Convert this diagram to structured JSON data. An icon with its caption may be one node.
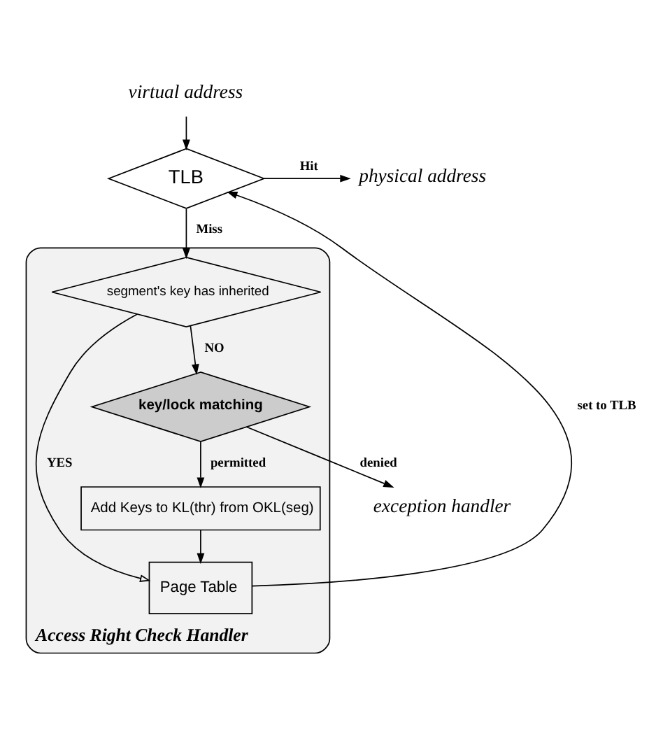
{
  "diagram": {
    "nodes": [
      {
        "text": [
          "virtual address"
        ]
      },
      {
        "text": [
          "TLB"
        ]
      },
      {
        "text": [
          "physical address"
        ]
      },
      {
        "text": [
          "Access Right Check Handler"
        ]
      },
      {
        "text": [
          "segment's key has inherited"
        ],
        "in": 3
      },
      {
        "text": [
          "key/lock matching"
        ],
        "in": 3
      },
      {
        "text": [
          "Add Keys to KL(thr) from OKL(seg)"
        ],
        "in": 3
      },
      {
        "text": [
          "Page Table"
        ],
        "in": 3
      },
      {
        "text": [
          "exception handler"
        ]
      }
    ],
    "edges": [
      {
        "from": 0,
        "to": 1,
        "arrow": "to"
      },
      {
        "from": 1,
        "to": 2,
        "arrow": "to",
        "label": "Hit"
      },
      {
        "from": 1,
        "to": 4,
        "arrow": "to",
        "label": "Miss"
      },
      {
        "from": 4,
        "to": 5,
        "arrow": "to",
        "label": "NO"
      },
      {
        "from": 5,
        "to": 8,
        "arrow": "to",
        "label": "denied"
      },
      {
        "from": 5,
        "to": 6,
        "arrow": "to",
        "label": "permitted"
      },
      {
        "from": 6,
        "to": 7,
        "arrow": "to"
      },
      {
        "from": 4,
        "to": 7,
        "arrow": "to",
        "label": "YES"
      },
      {
        "from": 7,
        "to": 1,
        "arrow": "to",
        "label": "set to TLB"
      }
    ]
  }
}
